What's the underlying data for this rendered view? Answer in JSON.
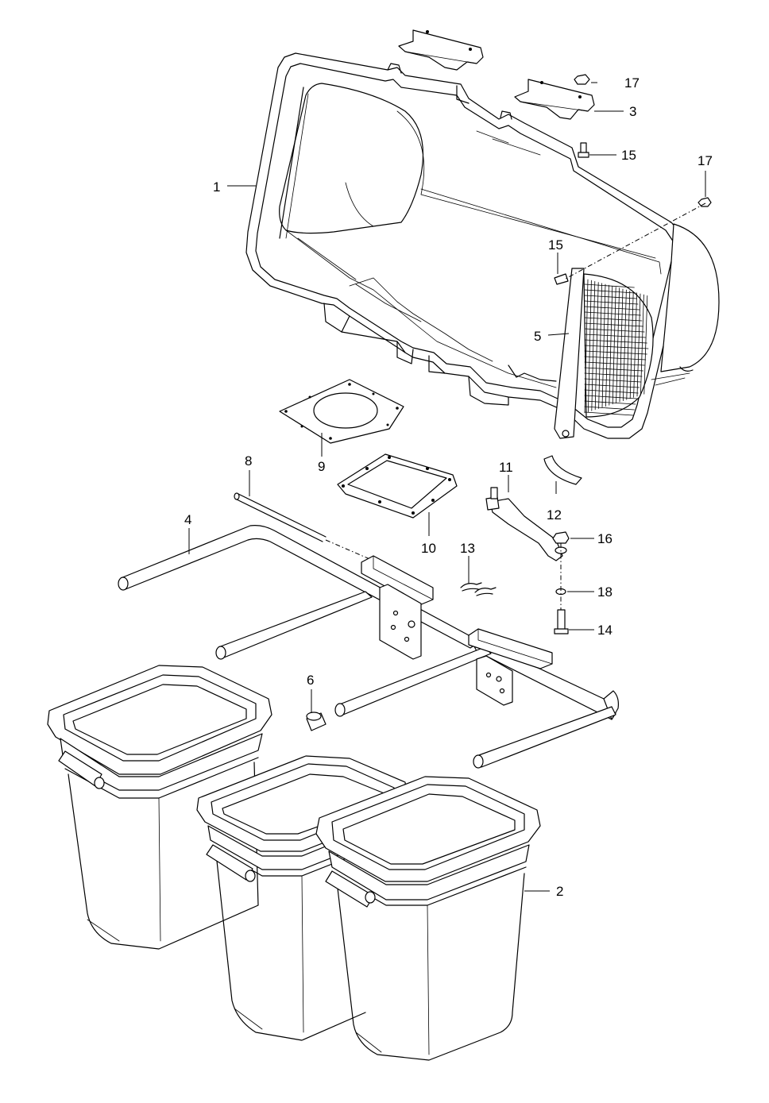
{
  "callouts": [
    {
      "id": "c1",
      "text": "1"
    },
    {
      "id": "c2",
      "text": "2"
    },
    {
      "id": "c3",
      "text": "3"
    },
    {
      "id": "c4",
      "text": "4"
    },
    {
      "id": "c5",
      "text": "5"
    },
    {
      "id": "c6",
      "text": "6"
    },
    {
      "id": "c8",
      "text": "8"
    },
    {
      "id": "c9",
      "text": "9"
    },
    {
      "id": "c10",
      "text": "10"
    },
    {
      "id": "c11",
      "text": "11"
    },
    {
      "id": "c12",
      "text": "12"
    },
    {
      "id": "c13",
      "text": "13"
    },
    {
      "id": "c14",
      "text": "14"
    },
    {
      "id": "c15a",
      "text": "15"
    },
    {
      "id": "c15b",
      "text": "15"
    },
    {
      "id": "c16",
      "text": "16"
    },
    {
      "id": "c17a",
      "text": "17"
    },
    {
      "id": "c17b",
      "text": "17"
    },
    {
      "id": "c18",
      "text": "18"
    }
  ]
}
